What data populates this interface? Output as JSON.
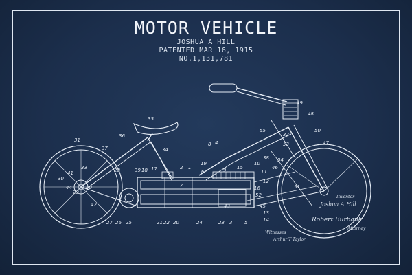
{
  "poster": {
    "title": "MOTOR VEHICLE",
    "inventor": "JOSHUA A HILL",
    "patent_date": "PATENTED MAR 16, 1915",
    "patent_number": "NO.1,131,781"
  },
  "annotations": {
    "inventor_heading": "Inventor",
    "inventor_signature": "Joshua A Hill",
    "witnesses_heading": "Witnesses",
    "witness_signature": "Arthur T Taylor",
    "attorney_heading": "Attorney",
    "attorney_signature": "Robert Burbank"
  },
  "part_numbers": [
    "31",
    "37",
    "36",
    "35",
    "34",
    "33",
    "41",
    "40",
    "42",
    "44",
    "27",
    "26",
    "25",
    "28",
    "39",
    "18",
    "17",
    "2",
    "1",
    "7",
    "21",
    "22",
    "20",
    "24",
    "23",
    "3",
    "15",
    "10",
    "11",
    "12",
    "13",
    "14",
    "48",
    "49",
    "50",
    "47",
    "53",
    "54",
    "51",
    "52",
    "55",
    "16",
    "19",
    "8",
    "5",
    "6",
    "4",
    "9",
    "43",
    "45",
    "46",
    "38",
    "29",
    "30",
    "32"
  ],
  "colors": {
    "background": "#1c2f4d",
    "line": "#e6edf6"
  }
}
